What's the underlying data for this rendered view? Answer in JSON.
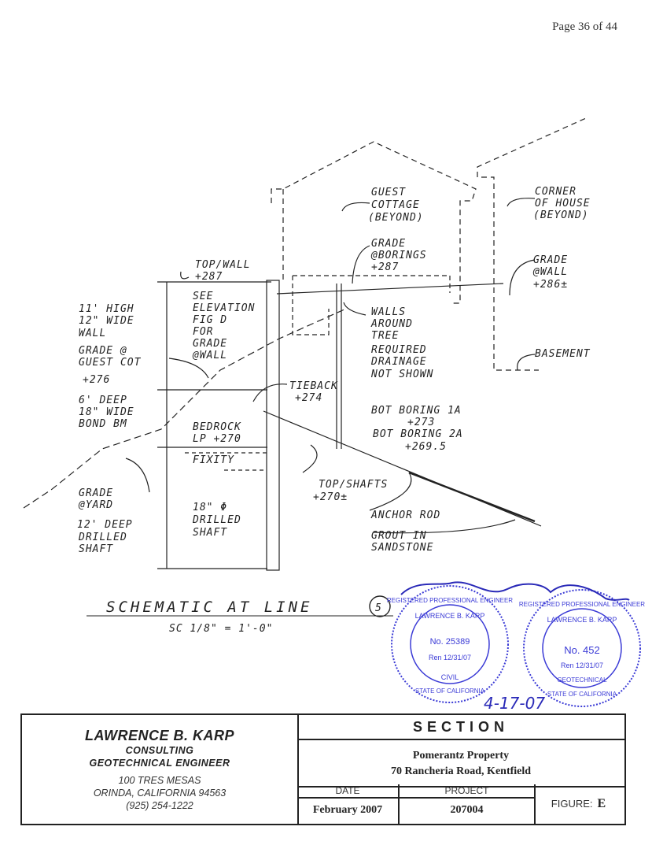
{
  "page_number": "Page 36 of 44",
  "drawing": {
    "labels": {
      "guest_cottage": [
        "GUEST",
        "COTTAGE",
        "(BEYOND)"
      ],
      "corner_of_house": [
        "CORNER",
        "OF HOUSE",
        "(BEYOND)"
      ],
      "top_wall": [
        "TOP/WALL",
        "+287"
      ],
      "grade_borings": [
        "GRADE",
        "@BORINGS",
        "+287"
      ],
      "grade_wall": [
        "GRADE",
        "@WALL",
        "+286±"
      ],
      "see_elevation": [
        "SEE",
        "ELEVATION",
        "FIG D",
        "FOR",
        "GRADE",
        "@WALL"
      ],
      "wall_spec": [
        "11' HIGH",
        "12\" WIDE",
        "WALL"
      ],
      "grade_guest_cot": [
        "GRADE @",
        "GUEST COT"
      ],
      "elev_276": "+276",
      "bond_beam": [
        "6' DEEP",
        "18\" WIDE",
        "BOND BM"
      ],
      "walls_around_tree": [
        "WALLS",
        "AROUND",
        "TREE"
      ],
      "drainage": [
        "REQUIRED",
        "DRAINAGE",
        "NOT SHOWN"
      ],
      "basement": "BASEMENT",
      "tieback": [
        "TIEBACK",
        "+274"
      ],
      "bot_boring_1a": [
        "BOT BORING 1A",
        "+273"
      ],
      "bot_boring_2a": [
        "BOT BORING 2A",
        "+269.5"
      ],
      "bedrock": [
        "BEDROCK",
        "LP +270"
      ],
      "fixity": "FIXITY",
      "top_shafts": [
        "TOP/SHAFTS",
        "+270±"
      ],
      "anchor_rod": "ANCHOR ROD",
      "grout": [
        "GROUT IN",
        "SANDSTONE"
      ],
      "grade_yard": [
        "GRADE",
        "@YARD"
      ],
      "shaft_depth": [
        "12' DEEP",
        "DRILLED",
        "SHAFT"
      ],
      "shaft_dia": [
        "18\" Φ",
        "DRILLED",
        "SHAFT"
      ]
    },
    "schematic_title": "SCHEMATIC AT LINE",
    "line_number": "5",
    "scale": "SC 1/8\" = 1'-0\"",
    "signature_date": "4-17-07"
  },
  "seals": {
    "civil": {
      "top": "REGISTERED PROFESSIONAL ENGINEER",
      "name": "LAWRENCE B. KARP",
      "number": "No. 25389",
      "renewal": "Ren 12/31/07",
      "discipline": "CIVIL",
      "bottom": "STATE OF CALIFORNIA"
    },
    "geotechnical": {
      "top": "REGISTERED PROFESSIONAL ENGINEER",
      "name": "LAWRENCE B. KARP",
      "number": "No. 452",
      "renewal": "Ren 12/31/07",
      "discipline": "GEOTECHNICAL",
      "bottom": "STATE OF CALIFORNIA"
    }
  },
  "title_block": {
    "firm_name": "LAWRENCE B. KARP",
    "consulting": "CONSULTING",
    "role": "GEOTECHNICAL ENGINEER",
    "address1": "100 TRES MESAS",
    "address2": "ORINDA, CALIFORNIA 94563",
    "phone": "(925) 254-1222",
    "section_label": "SECTION",
    "project_name": "Pomerantz Property",
    "project_address": "70 Rancheria Road, Kentfield",
    "date_label": "DATE",
    "date_value": "February 2007",
    "project_label": "PROJECT",
    "project_value": "207004",
    "figure_label": "FIGURE:",
    "figure_value": "E"
  },
  "colors": {
    "ink": "#1a1a1a",
    "seal": "#3b3bd6",
    "signature": "#2a2ab8"
  }
}
